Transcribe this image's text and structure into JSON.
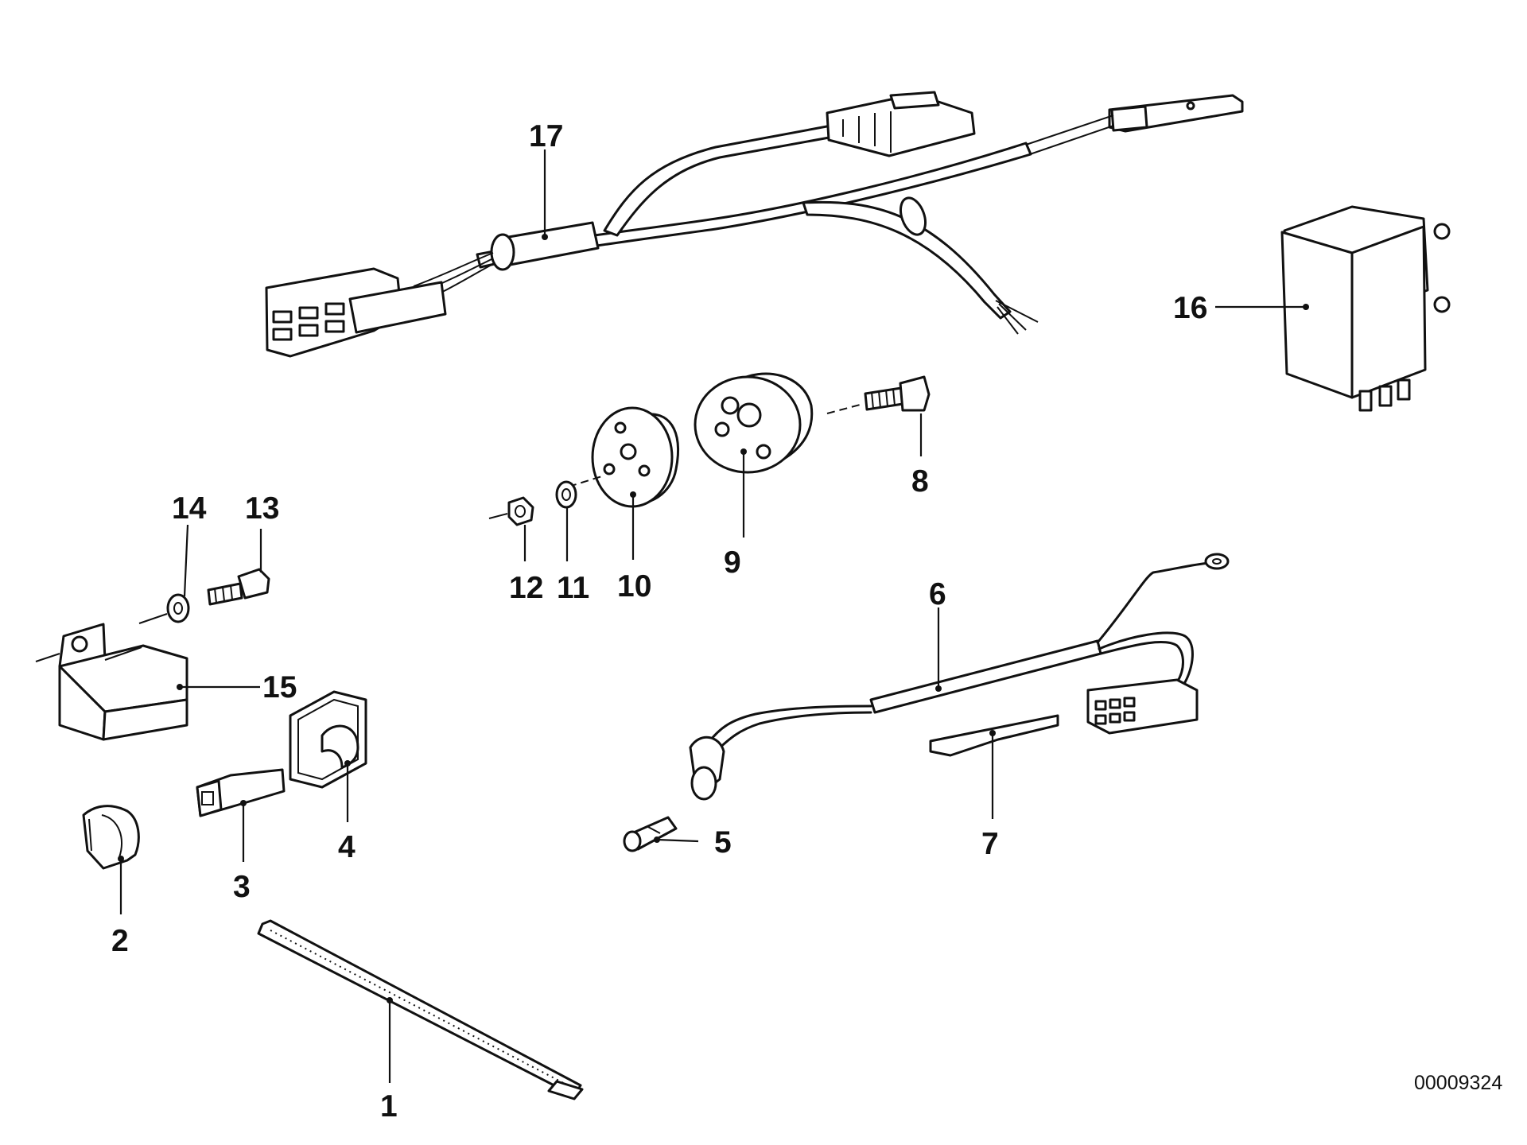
{
  "diagram": {
    "reference_number": "00009324",
    "parts": [
      {
        "id": "1",
        "label": "1"
      },
      {
        "id": "2",
        "label": "2"
      },
      {
        "id": "3",
        "label": "3"
      },
      {
        "id": "4",
        "label": "4"
      },
      {
        "id": "5",
        "label": "5"
      },
      {
        "id": "6",
        "label": "6"
      },
      {
        "id": "7",
        "label": "7"
      },
      {
        "id": "8",
        "label": "8"
      },
      {
        "id": "9",
        "label": "9"
      },
      {
        "id": "10",
        "label": "10"
      },
      {
        "id": "11",
        "label": "11"
      },
      {
        "id": "12",
        "label": "12"
      },
      {
        "id": "13",
        "label": "13"
      },
      {
        "id": "14",
        "label": "14"
      },
      {
        "id": "15",
        "label": "15"
      },
      {
        "id": "16",
        "label": "16"
      },
      {
        "id": "17",
        "label": "17"
      }
    ]
  }
}
